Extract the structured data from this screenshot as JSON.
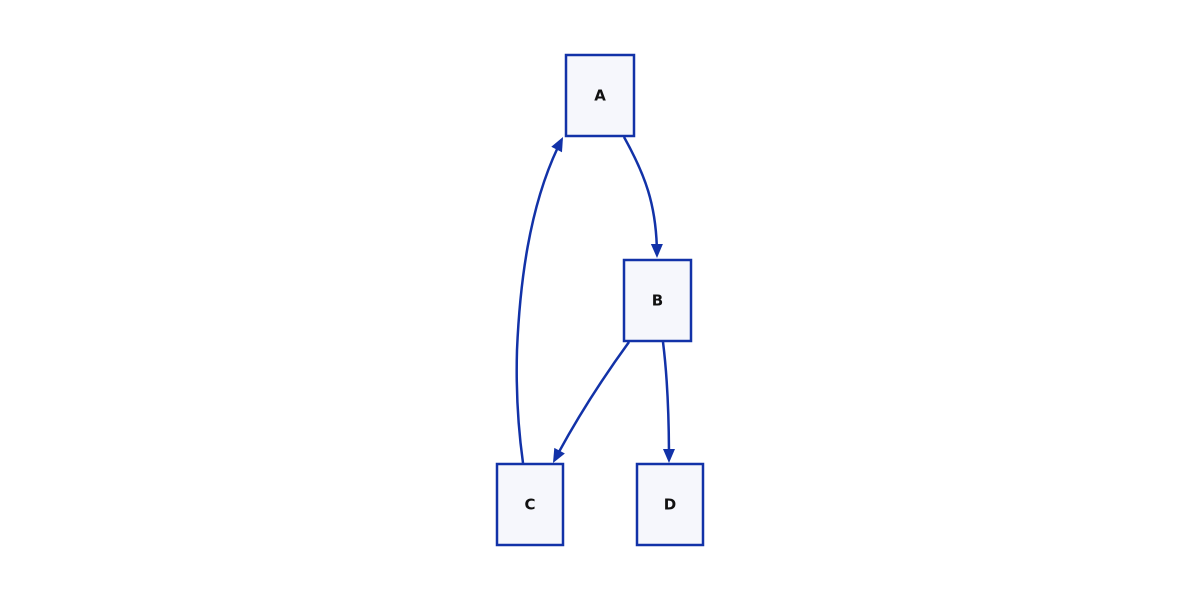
{
  "diagram": {
    "type": "directed-graph",
    "colors": {
      "node_fill": "#f6f7fc",
      "stroke": "#1232a8",
      "text": "#111111",
      "background": "#ffffff"
    },
    "nodes": [
      {
        "id": "A",
        "label": "A"
      },
      {
        "id": "B",
        "label": "B"
      },
      {
        "id": "C",
        "label": "C"
      },
      {
        "id": "D",
        "label": "D"
      }
    ],
    "edges": [
      {
        "from": "A",
        "to": "B"
      },
      {
        "from": "B",
        "to": "C"
      },
      {
        "from": "B",
        "to": "D"
      },
      {
        "from": "C",
        "to": "A"
      }
    ]
  }
}
